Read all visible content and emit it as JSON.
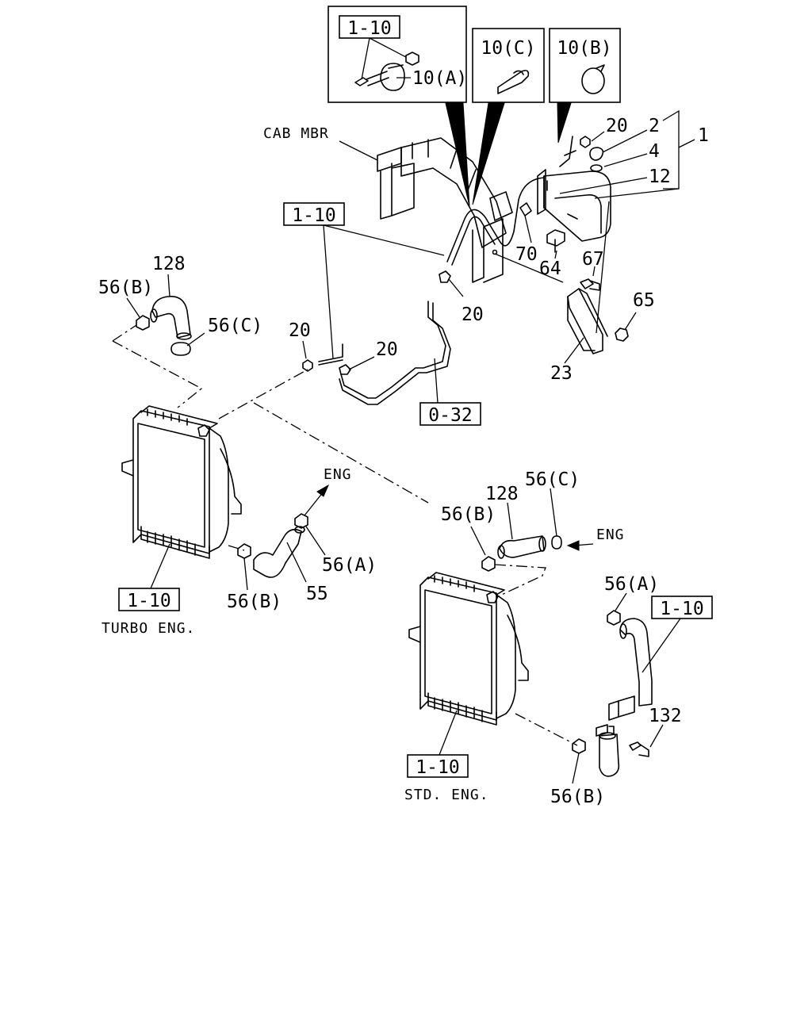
{
  "callouts": {
    "ref_1_10_inset": "1-10",
    "ref_1_10_upper": "1-10",
    "ref_0_32": "0-32",
    "ref_1_10_turbo": "1-10",
    "ref_1_10_std": "1-10",
    "ref_1_10_right": "1-10"
  },
  "insets": {
    "clip_a": "10(A)",
    "clip_c": "10(C)",
    "clip_b": "10(B)"
  },
  "labels": {
    "cab_mbr": "CAB MBR",
    "p20_top": "20",
    "p2": "2",
    "p4": "4",
    "p1": "1",
    "p12": "12",
    "p70": "70",
    "p64": "64",
    "p67": "67",
    "p65": "65",
    "p23": "23",
    "p20_mid": "20",
    "p20_left": "20",
    "p20_hose": "20",
    "p128_left": "128",
    "p56b_left": "56(B)",
    "p56c_left": "56(C)",
    "eng_turbo": "ENG",
    "p56a_turbo": "56(A)",
    "p56b_turbo": "56(B)",
    "p55": "55",
    "turbo_eng": "TURBO ENG.",
    "p128_right": "128",
    "p56c_right": "56(C)",
    "p56b_right": "56(B)",
    "eng_std": "ENG",
    "p56a_right": "56(A)",
    "p132": "132",
    "p56b_bottom": "56(B)",
    "std_eng": "STD. ENG."
  }
}
